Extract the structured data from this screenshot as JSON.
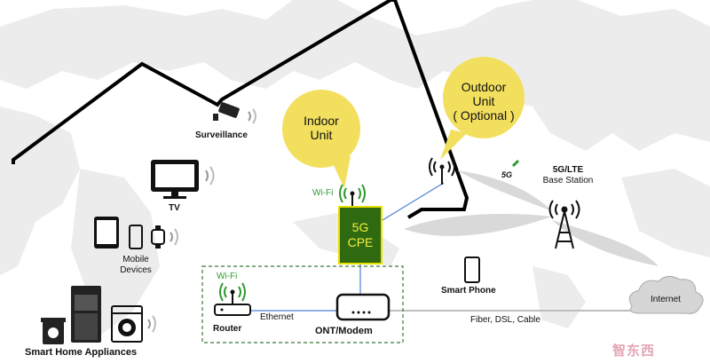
{
  "bubbles": {
    "indoor": "Indoor\nUnit",
    "outdoor_line1": "Outdoor",
    "outdoor_line2": "Unit",
    "outdoor_line3": "( Optional )"
  },
  "labels": {
    "surveillance": "Surveillance",
    "tv": "TV",
    "mobile_devices_1": "Mobile",
    "mobile_devices_2": "Devices",
    "smart_home": "Smart Home Appliances",
    "wifi_cpe": "Wi-Fi",
    "wifi_router": "Wi-Fi",
    "router": "Router",
    "ethernet": "Ethernet",
    "ont_modem": "ONT/Modem",
    "smart_phone": "Smart Phone",
    "fiber": "Fiber, DSL, Cable",
    "base_station_1": "5G/LTE",
    "base_station_2": "Base Station",
    "internet": "Internet",
    "logo_5g": "5G"
  },
  "cpe": {
    "line1": "5G",
    "line2": "CPE"
  },
  "watermark": "智东西",
  "colors": {
    "bubble": "#f3df5e",
    "cpe_fill": "#2f6a10",
    "cpe_border": "#e8e000",
    "cpe_text": "#f5ef3a",
    "link_blue": "#4d7fd6",
    "dashed_box": "#3a7a3a",
    "wifi_label": "#2e9a2e"
  }
}
